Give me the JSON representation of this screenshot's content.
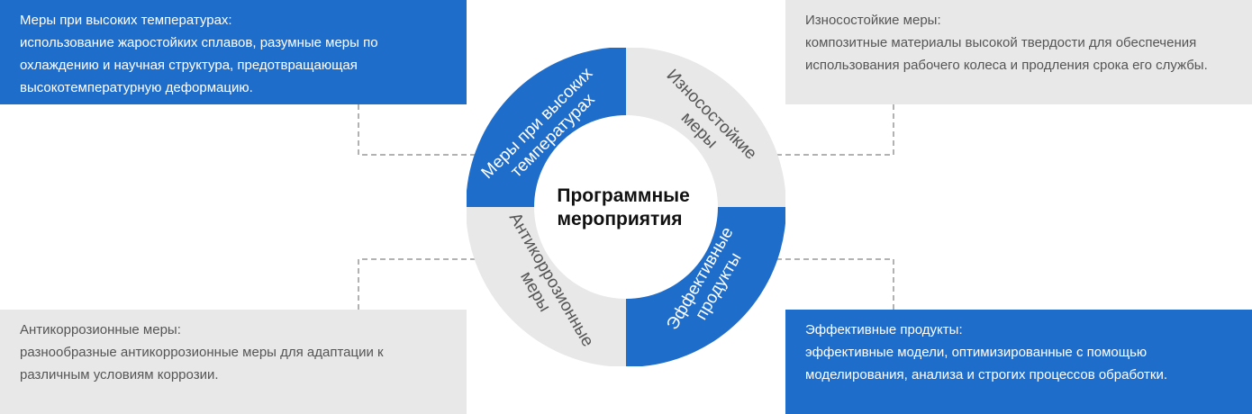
{
  "center": {
    "line1": "Программные",
    "line2": "мероприятия"
  },
  "colors": {
    "blue": "#1f6dcb",
    "gray": "#e8e8e8",
    "connector": "#999999"
  },
  "segments": {
    "top_left": {
      "line1": "Меры при высоких",
      "line2": "температурах"
    },
    "top_right": {
      "line1": "Износостойкие",
      "line2": "меры"
    },
    "bottom_left": {
      "line1": "Антикоррозионные",
      "line2": "меры"
    },
    "bottom_right": {
      "line1": "Эффективные",
      "line2": "продукты"
    }
  },
  "boxes": {
    "top_left": {
      "title": "Меры при высоких температурах:",
      "line1": "использование жаростойких сплавов, разумные меры по",
      "line2": "охлаждению и научная структура, предотвращающая",
      "line3": "высокотемпературную деформацию."
    },
    "top_right": {
      "title": "Износостойкие меры:",
      "line1": "композитные материалы высокой твердости для обеспечения",
      "line2": "использования рабочего колеса и продления срока его службы."
    },
    "bottom_left": {
      "title": "Антикоррозионные меры:",
      "line1": "разнообразные антикоррозионные меры для адаптации к",
      "line2": "различным условиям коррозии."
    },
    "bottom_right": {
      "title": "Эффективные продукты:",
      "line1": "эффективные модели, оптимизированные с помощью",
      "line2": "моделирования, анализа и строгих процессов обработки."
    }
  }
}
